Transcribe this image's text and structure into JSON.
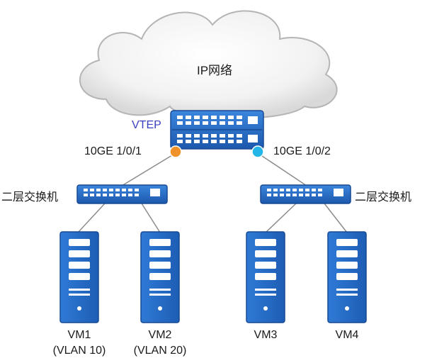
{
  "cloud": {
    "label": "IP网络"
  },
  "core": {
    "label": "VTEP"
  },
  "ports": {
    "left": {
      "label": "10GE 1/0/1",
      "color": "#f0922a"
    },
    "right": {
      "label": "10GE 1/0/2",
      "color": "#25b6e8"
    }
  },
  "switches": {
    "left": {
      "label": "二层交换机"
    },
    "right": {
      "label": "二层交换机"
    }
  },
  "servers": [
    {
      "name": "VM1",
      "vlan": "(VLAN 10)"
    },
    {
      "name": "VM2",
      "vlan": "(VLAN 20)"
    },
    {
      "name": "VM3",
      "vlan": ""
    },
    {
      "name": "VM4",
      "vlan": ""
    }
  ],
  "colors": {
    "device_blue": "#1f5fb8",
    "device_light": "#2f7ad6",
    "cloud_edge": "#9a9a9a",
    "line": "#8c8c8c"
  }
}
